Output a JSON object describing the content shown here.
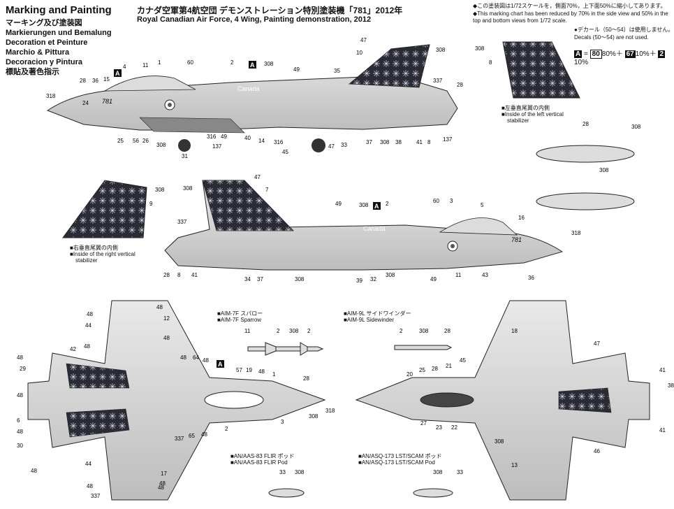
{
  "header": {
    "title": "Marking and Painting",
    "languages": [
      "マーキング及び塗装図",
      "Markierungen und Bemalung",
      "Decoration et Peinture",
      "Marchio & Pittura",
      "Decoracion y Pintura",
      "標貼及著色指示"
    ],
    "subtitle_jp": "カナダ空軍第4航空団 デモンストレーション特別塗装機「781」2012年",
    "subtitle_en": "Royal Canadian Air Force, 4 Wing, Painting demonstration, 2012"
  },
  "notes": {
    "scale_jp": "◆この塗装図は1/72スケールを，側面70%，上下面50%に縮小してあります。",
    "scale_en_1": "◆This marking chart has been reduced by 70% in the side view and 50% in the",
    "scale_en_2": "top and bottom views from 1/72 scale.",
    "decal_jp": "●デカール（50〜54）は使用しません。",
    "decal_en": "Decals (50〜54) are not used."
  },
  "formula": {
    "box": "A",
    "eq": "=",
    "c1": "80",
    "t1": "80%＋",
    "c2": "67",
    "t2": "10%＋",
    "c3": "2",
    "t3": "10%"
  },
  "captions": {
    "left_fin_jp": "■左垂直尾翼の内側",
    "left_fin_en1": "■Inside of the left vertical",
    "left_fin_en2": "stabilizer",
    "right_fin_jp": "■右垂直尾翼の内側",
    "right_fin_en1": "■Inside of the right vertical",
    "right_fin_en2": "stabilizer",
    "aim7_jp": "■AIM-7F スパロー",
    "aim7_en": "■AIM-7F Sparrow",
    "aim9_jp": "■AIM-9L サイドワインダー",
    "aim9_en": "■AIM-9L Sidewinder",
    "flir_jp": "■AN/AAS-83 FLIR ポッド",
    "flir_en": "■AN/AAS-83 FLIR Pod",
    "scam_jp": "■AN/ASQ-173 LST/SCAM ポッド",
    "scam_en": "■AN/ASQ-173 LST/SCAM Pod"
  },
  "aircraft": {
    "serial": "781",
    "roundel_text": "Canada"
  },
  "callouts": {
    "side1": [
      "318",
      "28",
      "36",
      "15",
      "4",
      "11",
      "1",
      "60",
      "2",
      "308",
      "49",
      "35",
      "47",
      "10",
      "308",
      "337",
      "28",
      "24",
      "25",
      "56",
      "26",
      "308",
      "49",
      "316",
      "137",
      "31",
      "40",
      "14",
      "316",
      "45",
      "47",
      "33",
      "37",
      "308",
      "38",
      "41",
      "8",
      "137"
    ],
    "fin_left": [
      "308",
      "8"
    ],
    "tanks": [
      "28",
      "308",
      "308"
    ],
    "fin_right": [
      "308",
      "9"
    ],
    "side2": [
      "47",
      "7",
      "308",
      "49",
      "308",
      "2",
      "60",
      "3",
      "5",
      "337",
      "16",
      "318",
      "28",
      "8",
      "41",
      "34",
      "37",
      "308",
      "39",
      "32",
      "308",
      "49",
      "11",
      "43",
      "36"
    ],
    "top": [
      "48",
      "48",
      "12",
      "44",
      "48",
      "42",
      "48",
      "48",
      "29",
      "48",
      "64",
      "48",
      "57",
      "19",
      "48",
      "1",
      "28",
      "48",
      "6",
      "48",
      "30",
      "337",
      "65",
      "48",
      "2",
      "3",
      "308",
      "318",
      "44",
      "17",
      "48",
      "48",
      "48",
      "337",
      "48"
    ],
    "aim7": [
      "11",
      "2",
      "308",
      "2"
    ],
    "aim9": [
      "2",
      "308",
      "28"
    ],
    "bottom": [
      "18",
      "47",
      "41",
      "20",
      "25",
      "28",
      "21",
      "45",
      "38",
      "27",
      "23",
      "22",
      "308",
      "41",
      "46",
      "13"
    ],
    "flir": [
      "33",
      "308"
    ],
    "scam": [
      "308",
      "33"
    ]
  },
  "box_tags": [
    "A",
    "A",
    "A",
    "A"
  ]
}
